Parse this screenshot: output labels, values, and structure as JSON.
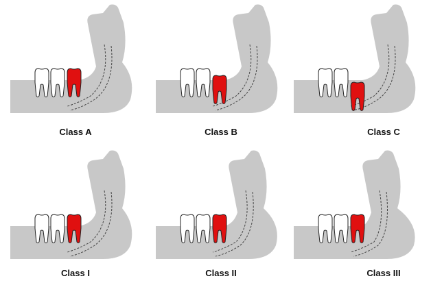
{
  "colors": {
    "bone": "#c8c8c8",
    "impacted_tooth": "#e01010",
    "normal_tooth": "#ffffff",
    "outline": "#222222",
    "canal_line": "#444444"
  },
  "panels": [
    {
      "label": "Class A",
      "depth": 0,
      "ramus": 0
    },
    {
      "label": "Class B",
      "depth": 1,
      "ramus": 0
    },
    {
      "label": "Class C",
      "depth": 2,
      "ramus": 0
    },
    {
      "label": "Class I",
      "depth": 0,
      "ramus": 0
    },
    {
      "label": "Class II",
      "depth": 0,
      "ramus": 1
    },
    {
      "label": "Class III",
      "depth": 0,
      "ramus": 2
    }
  ]
}
